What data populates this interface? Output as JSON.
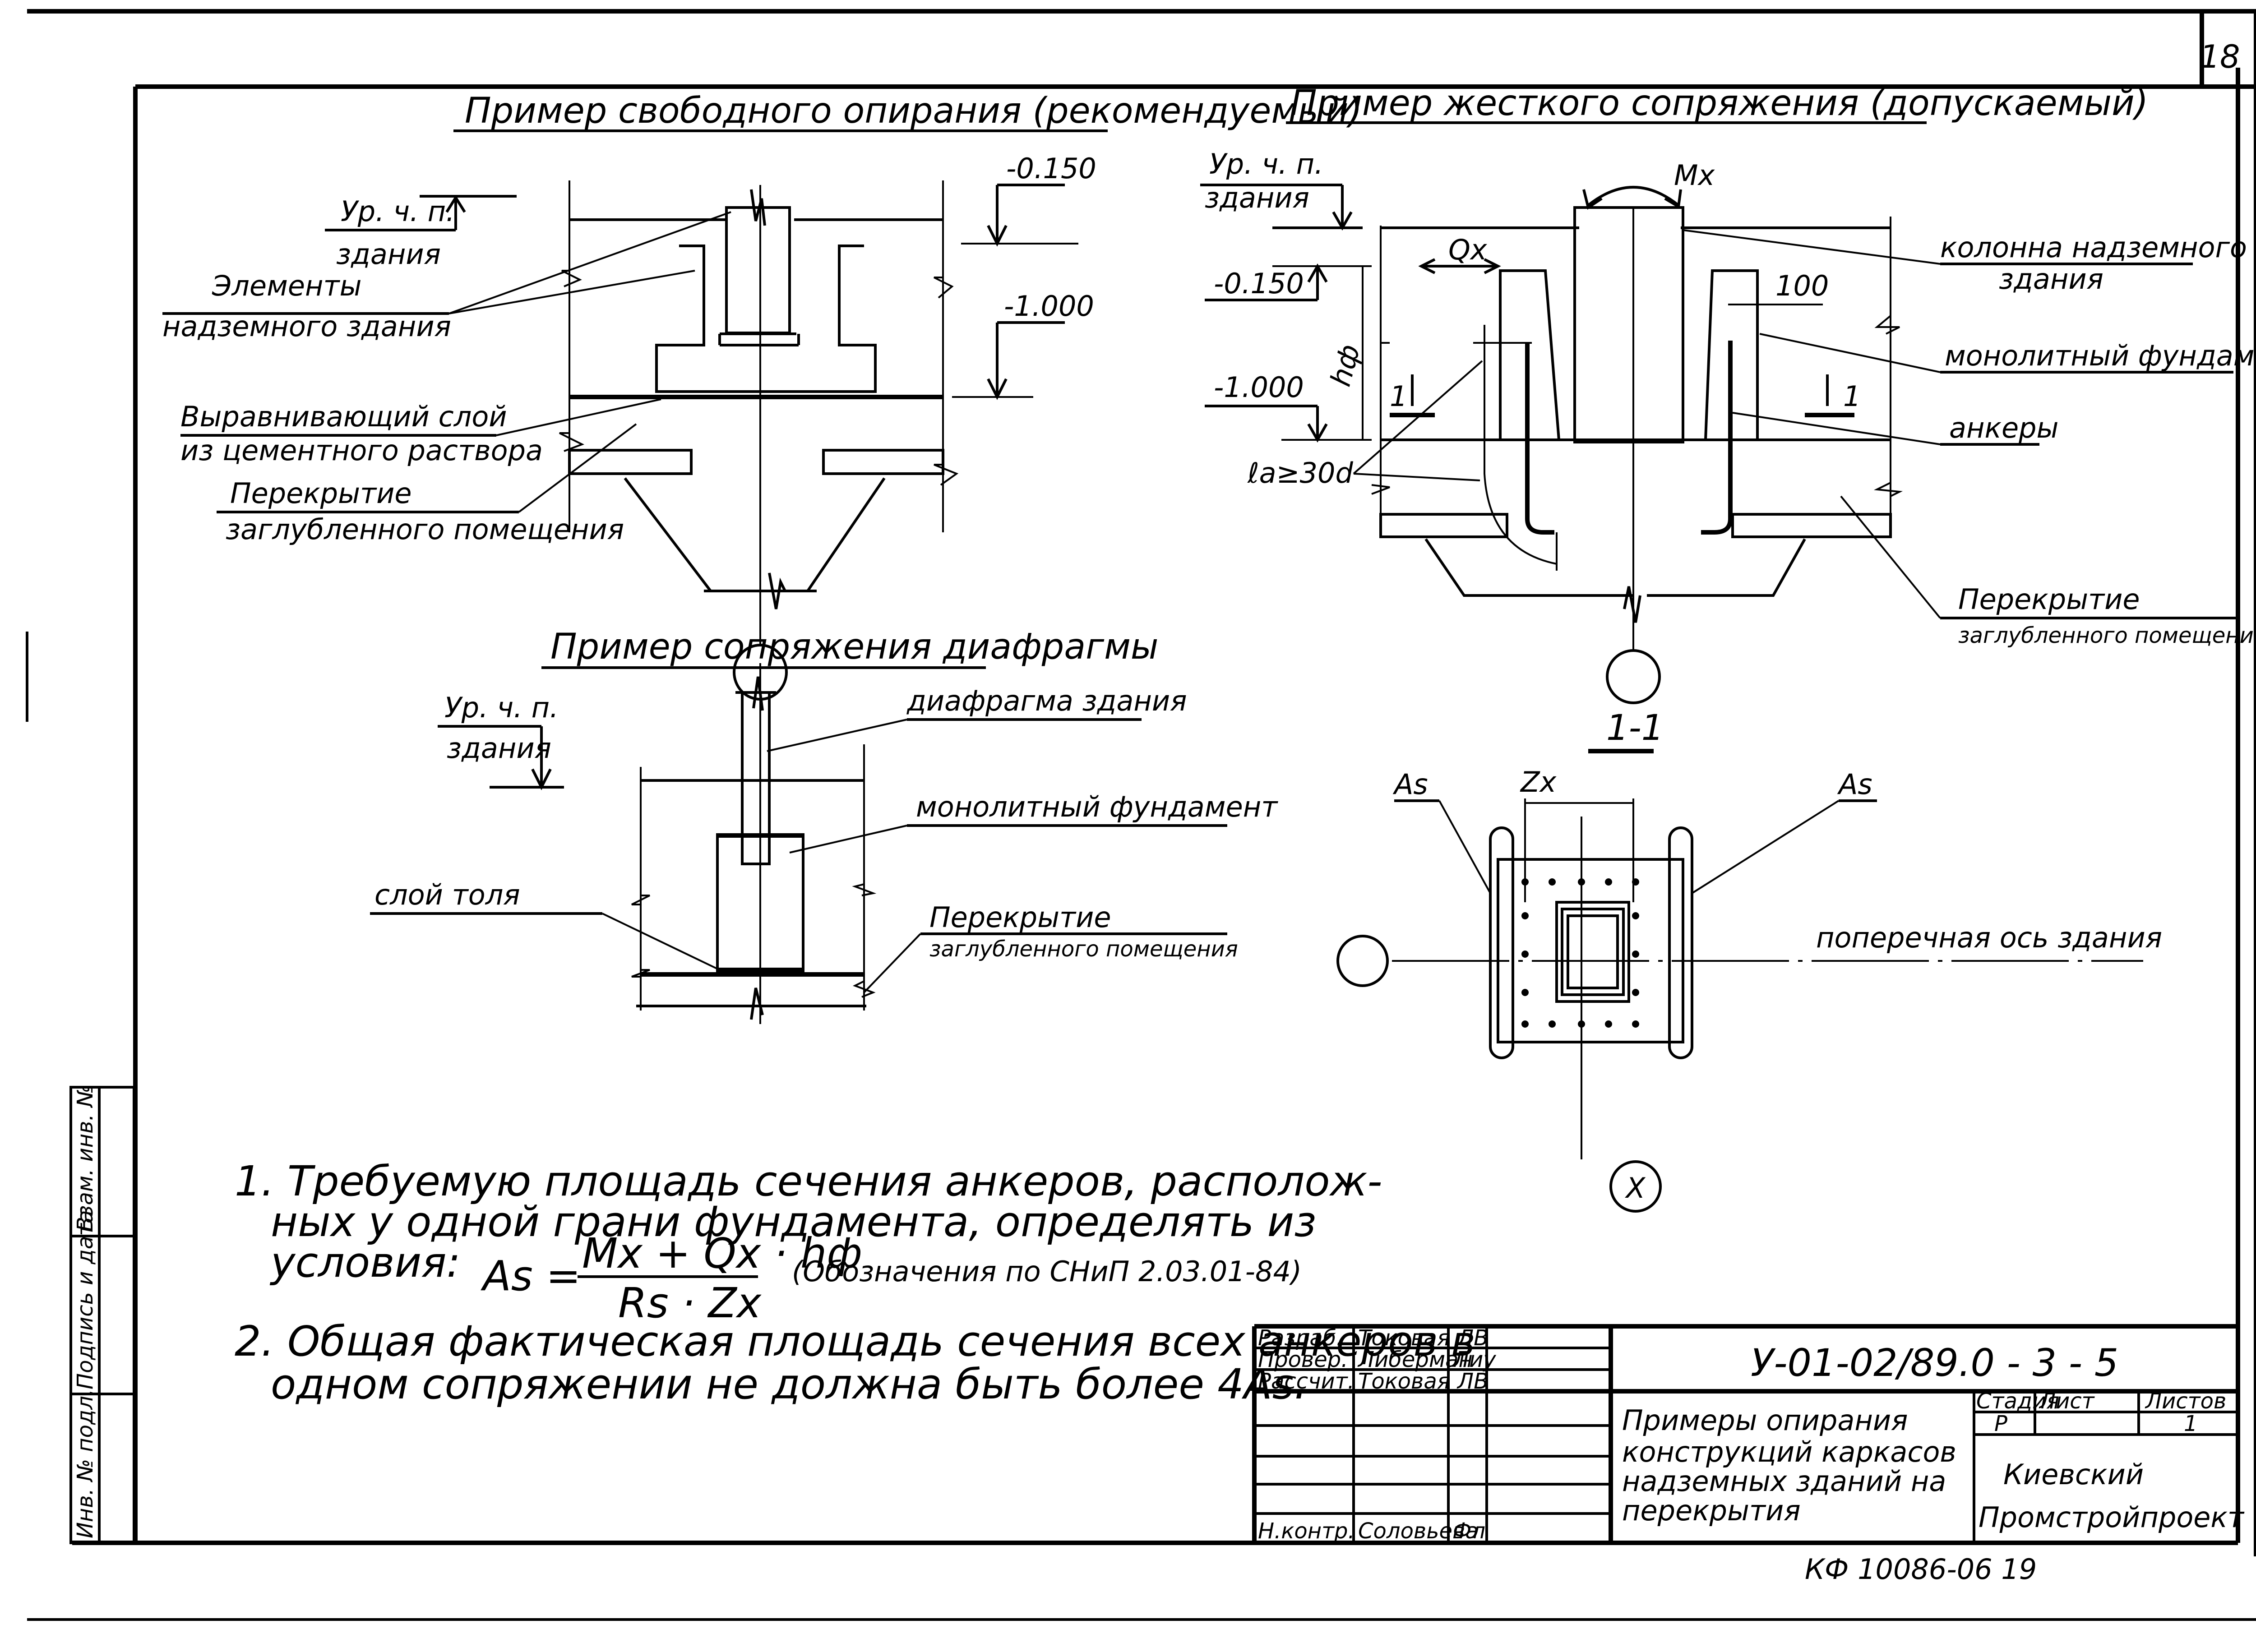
{
  "sheet": {
    "page_number": "18",
    "stamp_code": "КФ 10086-06 19"
  },
  "side_stamp": {
    "fields": [
      "Взам. инв. №",
      "Подпись и дата",
      "Инв. № подл."
    ]
  },
  "drawing_free": {
    "title": "Пример свободного опирания (рекомендуемый)",
    "level_top": "Ур. ч. п.",
    "level_bottom": "здания",
    "elev_1": "-0.150",
    "elev_2": "-1.000",
    "label_elements_1": "Элементы",
    "label_elements_2": "надземного здания",
    "label_layer_1": "Выравнивающий слой",
    "label_layer_2": "из цементного раствора",
    "label_slab_1": "Перекрытие",
    "label_slab_2": "заглубленного помещения"
  },
  "drawing_rigid": {
    "title": "Пример жесткого сопряжения (допускаемый)",
    "level_top": "Ур. ч. п.",
    "level_bottom": "здания",
    "moment": "Mx",
    "shear": "Qx",
    "elev_1": "-0.150",
    "elev_2": "-1.000",
    "height": "hф",
    "anchorage": "ℓa≥30d",
    "dim_100": "100",
    "section_mark": "1",
    "label_column_1": "колонна надземного",
    "label_column_2": "здания",
    "label_foundation": "монолитный фундамент",
    "label_anchors": "анкеры",
    "label_slab_1": "Перекрытие",
    "label_slab_2": "заглубленного помещения"
  },
  "drawing_diaphragm": {
    "title": "Пример сопряжения диафрагмы",
    "level_top": "Ур. ч. п.",
    "level_bottom": "здания",
    "label_diaphragm": "диафрагма здания",
    "label_foundation": "монолитный фундамент",
    "label_tar": "слой толя",
    "label_slab_1": "Перекрытие",
    "label_slab_2": "заглубленного помещения"
  },
  "section_1_1": {
    "title": "1-1",
    "as_left": "As",
    "as_right": "As",
    "zx": "Zx",
    "axis_label": "поперечная ось здания",
    "axis_marker": "X"
  },
  "notes": {
    "note1_line1": "1. Требуемую площадь сечения анкеров, располож-",
    "note1_line2": "ных у одной грани фундамента, определять из",
    "note1_line3": "условия:",
    "formula_lhs": "As =",
    "formula_num": "Mx + Qx · hф",
    "formula_den": "Rs · Zx",
    "formula_ref": "(Обозначения по СНиП 2.03.01-84)",
    "note2_line1": "2. Общая фактическая площадь сечения всех анкеров в",
    "note2_line2": "одном сопряжении не должна быть более 4As."
  },
  "title_block": {
    "roles": [
      {
        "role": "Разраб.",
        "name": "Токовая",
        "sign": "ЛВ"
      },
      {
        "role": "Провер.",
        "name": "Либерман",
        "sign": "Лиу"
      },
      {
        "role": "Рассчит.",
        "name": "Токовая",
        "sign": "ЛВ"
      },
      {
        "role": "",
        "name": "",
        "sign": ""
      },
      {
        "role": "",
        "name": "",
        "sign": ""
      },
      {
        "role": "",
        "name": "",
        "sign": ""
      },
      {
        "role": "Н.контр.",
        "name": "Соловьева",
        "sign": "Фл"
      }
    ],
    "doc_code": "У-01-02/89.0 - 3 - 5",
    "doc_title_1": "Примеры опирания",
    "doc_title_2": "конструкций каркасов",
    "doc_title_3": "надземных зданий на",
    "doc_title_4": "перекрытия",
    "col_stage": "Стадия",
    "col_sheet": "Лист",
    "col_sheets": "Листов",
    "stage": "Р",
    "sheet": "",
    "sheets": "1",
    "org_1": "Киевский",
    "org_2": "Промстройпроект"
  }
}
